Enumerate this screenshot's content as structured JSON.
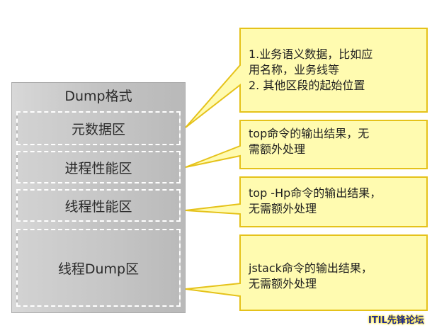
{
  "dump": {
    "title": "Dump格式",
    "sections": [
      "元数据区",
      "进程性能区",
      "线程性能区",
      "线程Dump区"
    ]
  },
  "notes": [
    {
      "lines": [
        "1.业务语义数据，比如应",
        "用名称，业务线等",
        "2. 其他区段的起始位置"
      ]
    },
    {
      "lines": [
        "top命令的输出结果，无",
        "需额外处理"
      ]
    },
    {
      "lines": [
        "top -Hp命令的输出结果，",
        "无需额外处理"
      ]
    },
    {
      "lines": [
        "jstack命令的输出结果，",
        "无需额外处理"
      ]
    }
  ],
  "watermark": "ITIL先锋论坛",
  "colors": {
    "note_fill": "#fffbb0",
    "note_border": "#e5c21a",
    "section_border": "#ffffff",
    "box_border": "#a9a9a9"
  }
}
